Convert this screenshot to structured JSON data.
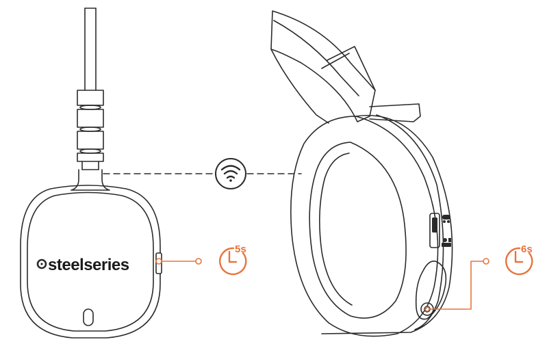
{
  "colors": {
    "line": "#2a2a2a",
    "accent": "#e8743b",
    "background": "#ffffff"
  },
  "transmitter": {
    "brand": "steelseries",
    "logo_icon": "steelseries-logo-icon"
  },
  "connection": {
    "icon": "wifi-icon"
  },
  "transmitter_button": {
    "timer_icon": "timer-icon",
    "hold_time": "5s"
  },
  "headset_button": {
    "timer_icon": "timer-icon",
    "hold_time": "6s"
  },
  "headset_switch": {
    "top_icon": "gamepad-icon",
    "bottom_icon": "contact-card-icon"
  }
}
